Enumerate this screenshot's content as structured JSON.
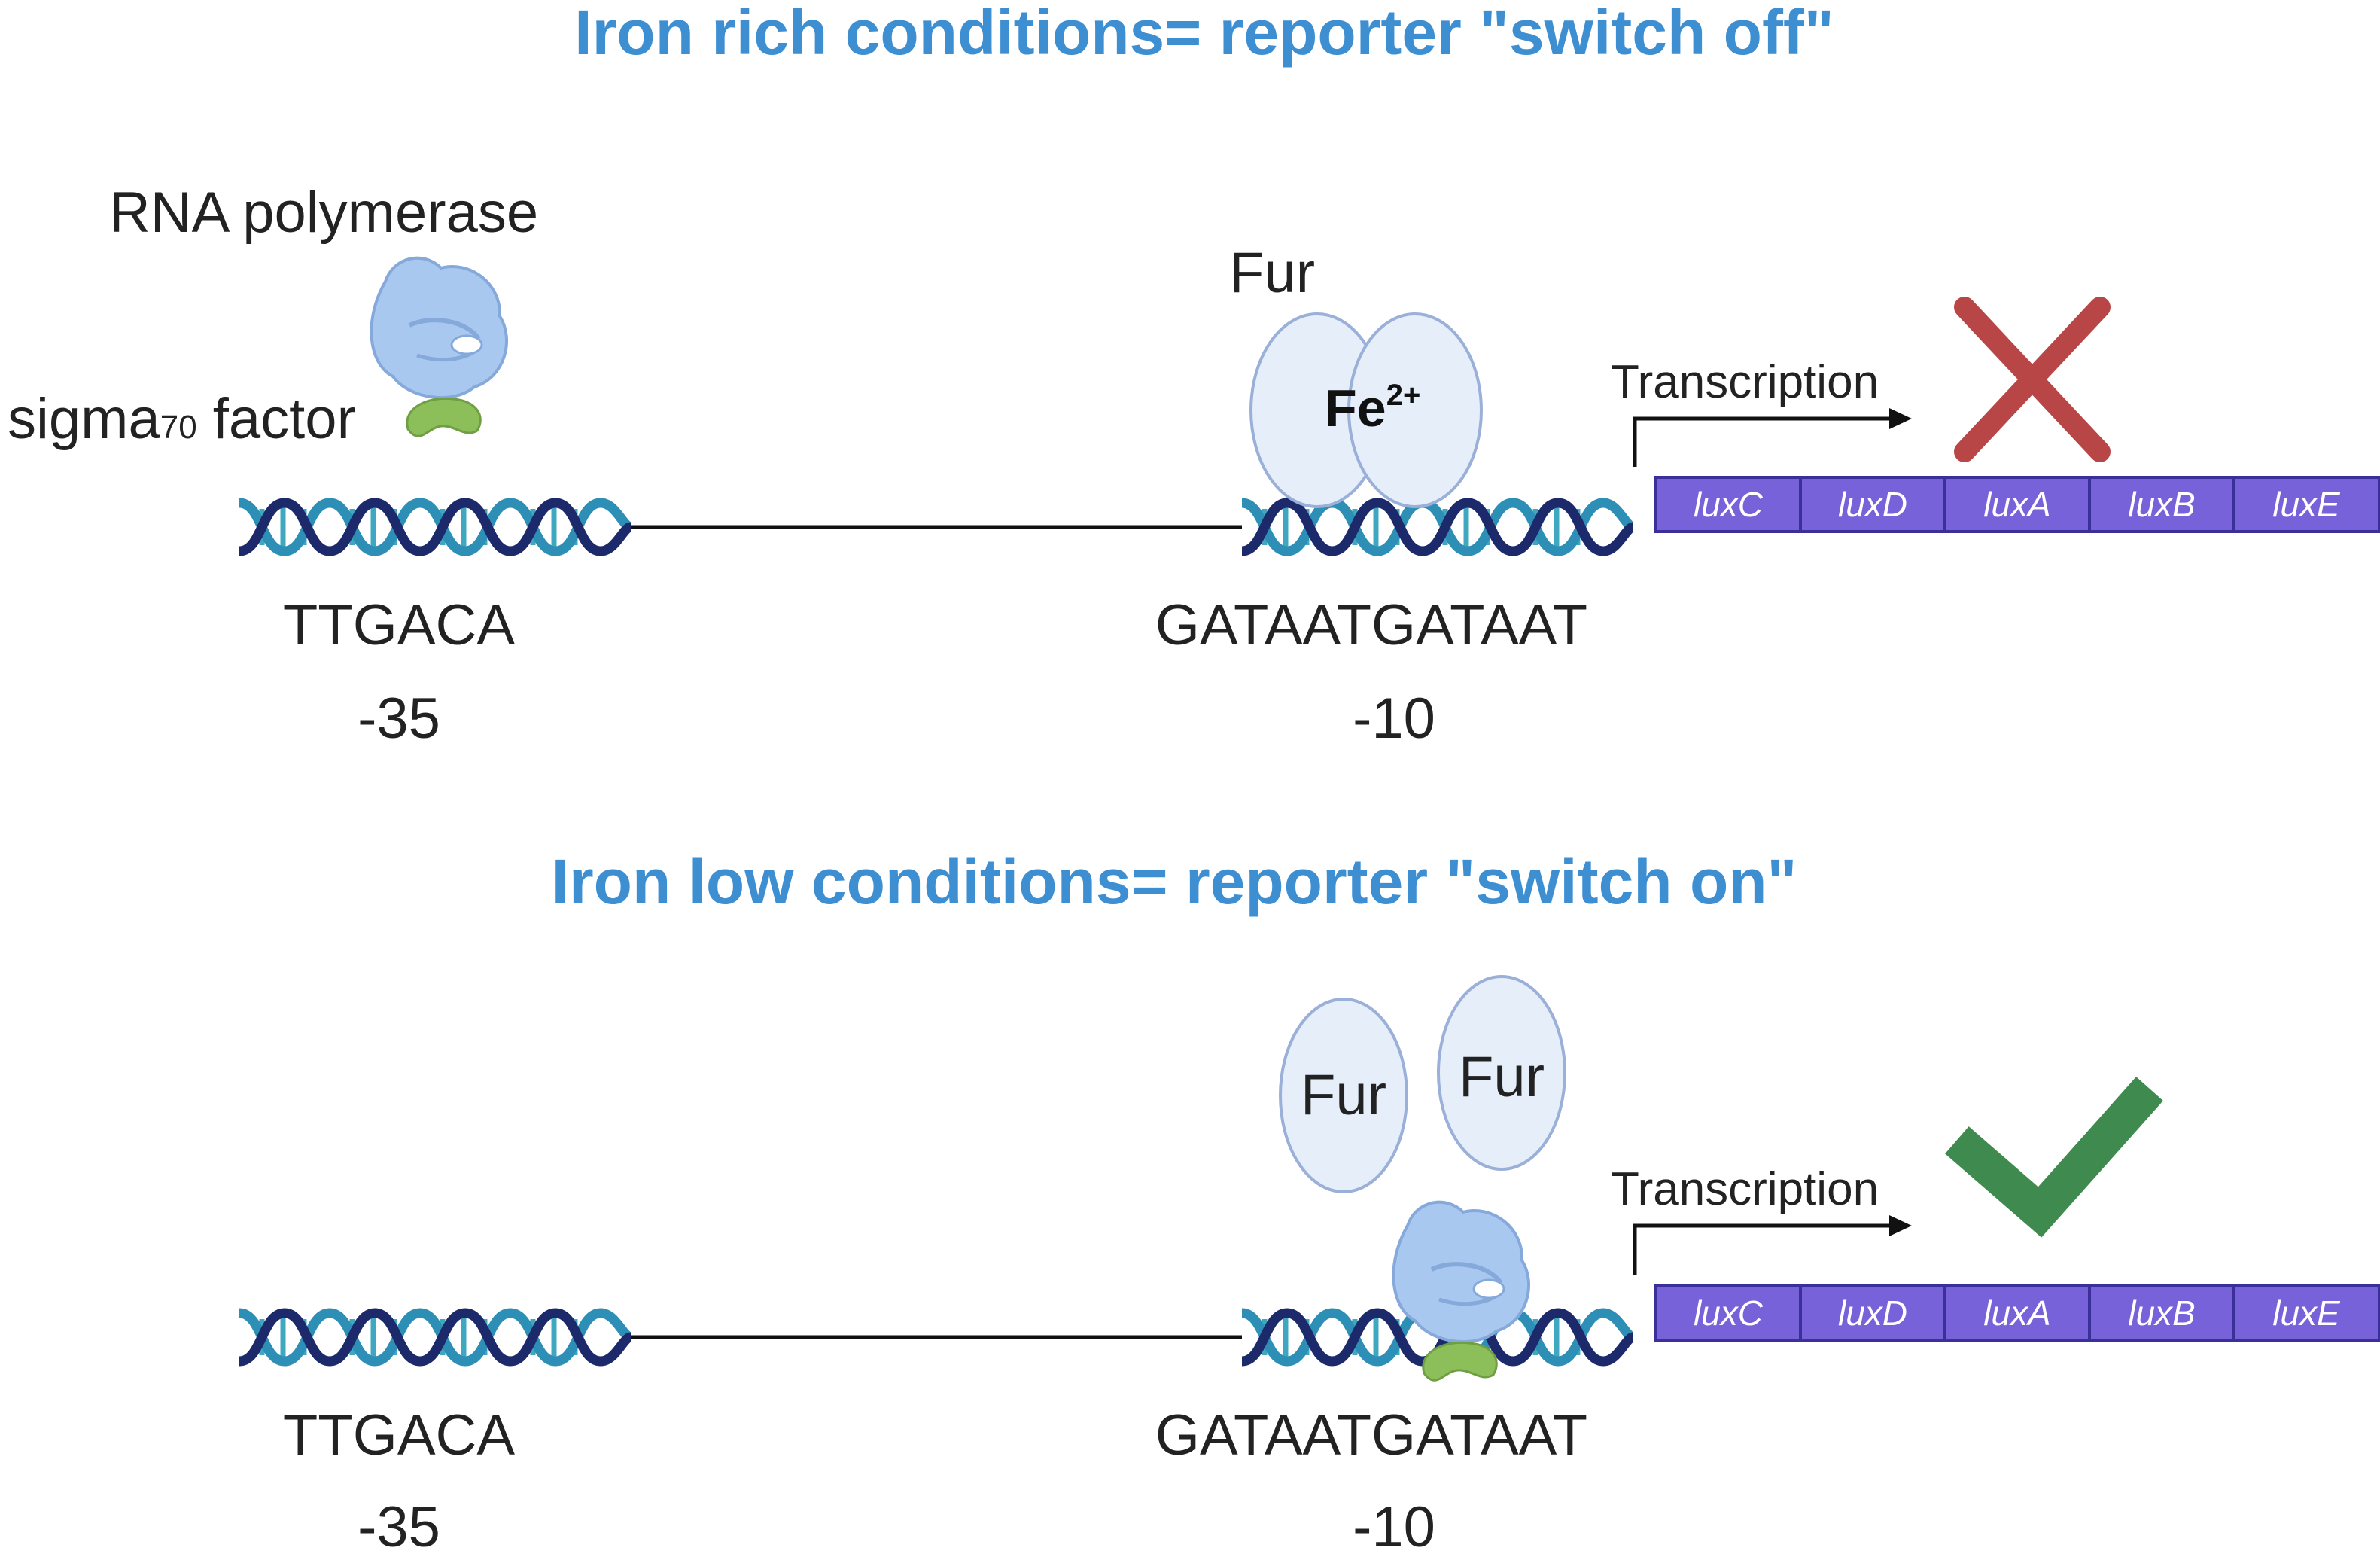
{
  "colors": {
    "title": "#3d8fd1",
    "dna_outer": "#1c2a6b",
    "dna_inner": "#2d8fb5",
    "rungs": "#3fa8c0",
    "fur_fill": "#e6eefa",
    "fur_stroke": "#9ab0d8",
    "polymerase": "#a8c8f0",
    "sigma": "#8cbf5a",
    "operon_fill": "#7762d9",
    "operon_stroke": "#3b2f9a",
    "cross": "#b94646",
    "check": "#3f8b4f"
  },
  "panel_top": {
    "title": "Iron rich conditions= reporter \"switch off\"",
    "polymerase_label": "RNA polymerase",
    "sigma_label_main": "sigma",
    "sigma_label_sub": "70",
    "sigma_label_rest": " factor",
    "fur_label": "Fur",
    "iron_label": "Fe",
    "iron_sup": "2+",
    "transcription_label": "Transcription",
    "left_sequence": "TTGACA",
    "left_position": "-35",
    "right_sequence": "GATAATGATAAT",
    "right_position": "-10",
    "status_icon": "cross-icon"
  },
  "panel_bottom": {
    "title": "Iron low conditions= reporter \"switch on\"",
    "fur_label_1": "Fur",
    "fur_label_2": "Fur",
    "transcription_label": "Transcription",
    "left_sequence": "TTGACA",
    "left_position": "-35",
    "right_sequence": "GATAATGATAAT",
    "right_position": "-10",
    "status_icon": "check-icon"
  },
  "genes": [
    "luxC",
    "luxD",
    "luxA",
    "luxB",
    "luxE"
  ]
}
